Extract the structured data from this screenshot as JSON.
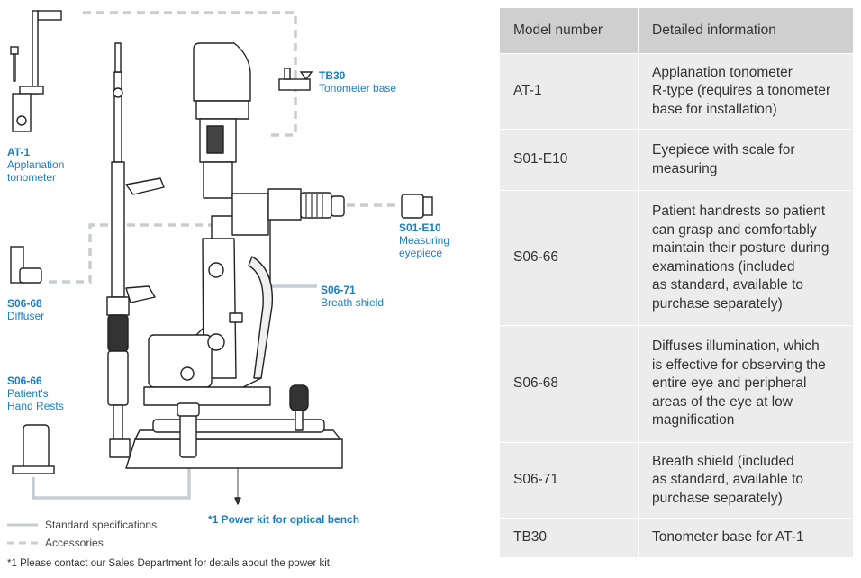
{
  "labels": {
    "at1": {
      "code": "AT-1",
      "desc1": "Applanation",
      "desc2": "tonometer"
    },
    "tb30": {
      "code": "TB30",
      "desc1": "Tonometer base"
    },
    "s01e10": {
      "code": "S01-E10",
      "desc1": "Measuring",
      "desc2": "eyepiece"
    },
    "s0668": {
      "code": "S06-68",
      "desc1": "Diffuser"
    },
    "s0671": {
      "code": "S06-71",
      "desc1": "Breath shield"
    },
    "s0666": {
      "code": "S06-66",
      "desc1": "Patient's",
      "desc2": "Hand Rests"
    },
    "powerkit": "*1 Power kit for optical bench"
  },
  "legend": {
    "standard": "Standard specifications",
    "accessories": "Accessories"
  },
  "footnote": "*1 Please contact our Sales Department for details about the power kit.",
  "table": {
    "headers": [
      "Model number",
      "Detailed information"
    ],
    "rows": [
      {
        "model": "AT-1",
        "info": [
          "Applanation tonometer",
          "R-type (requires a tonometer",
          "base for installation)"
        ]
      },
      {
        "model": "S01-E10",
        "info": [
          "Eyepiece with scale for",
          "measuring"
        ]
      },
      {
        "model": "S06-66",
        "info": [
          "Patient handrests so patient",
          "can grasp and comfortably",
          "maintain their posture during",
          "examinations (included",
          "as standard, available to",
          "purchase separately)"
        ]
      },
      {
        "model": "S06-68",
        "info": [
          "Diffuses illumination, which",
          "is effective for observing the",
          "entire eye and peripheral",
          "areas of the eye at low",
          "magnification"
        ]
      },
      {
        "model": "S06-71",
        "info": [
          "Breath shield (included",
          "as standard, available to",
          "purchase separately)"
        ]
      },
      {
        "model": "TB30",
        "info": [
          "Tonometer base for AT-1"
        ]
      }
    ]
  },
  "colors": {
    "accent": "#1a7fc1",
    "connector": "#c8cdd1",
    "header_bg": "#cfcfcf",
    "row_bg": "#ececec"
  }
}
